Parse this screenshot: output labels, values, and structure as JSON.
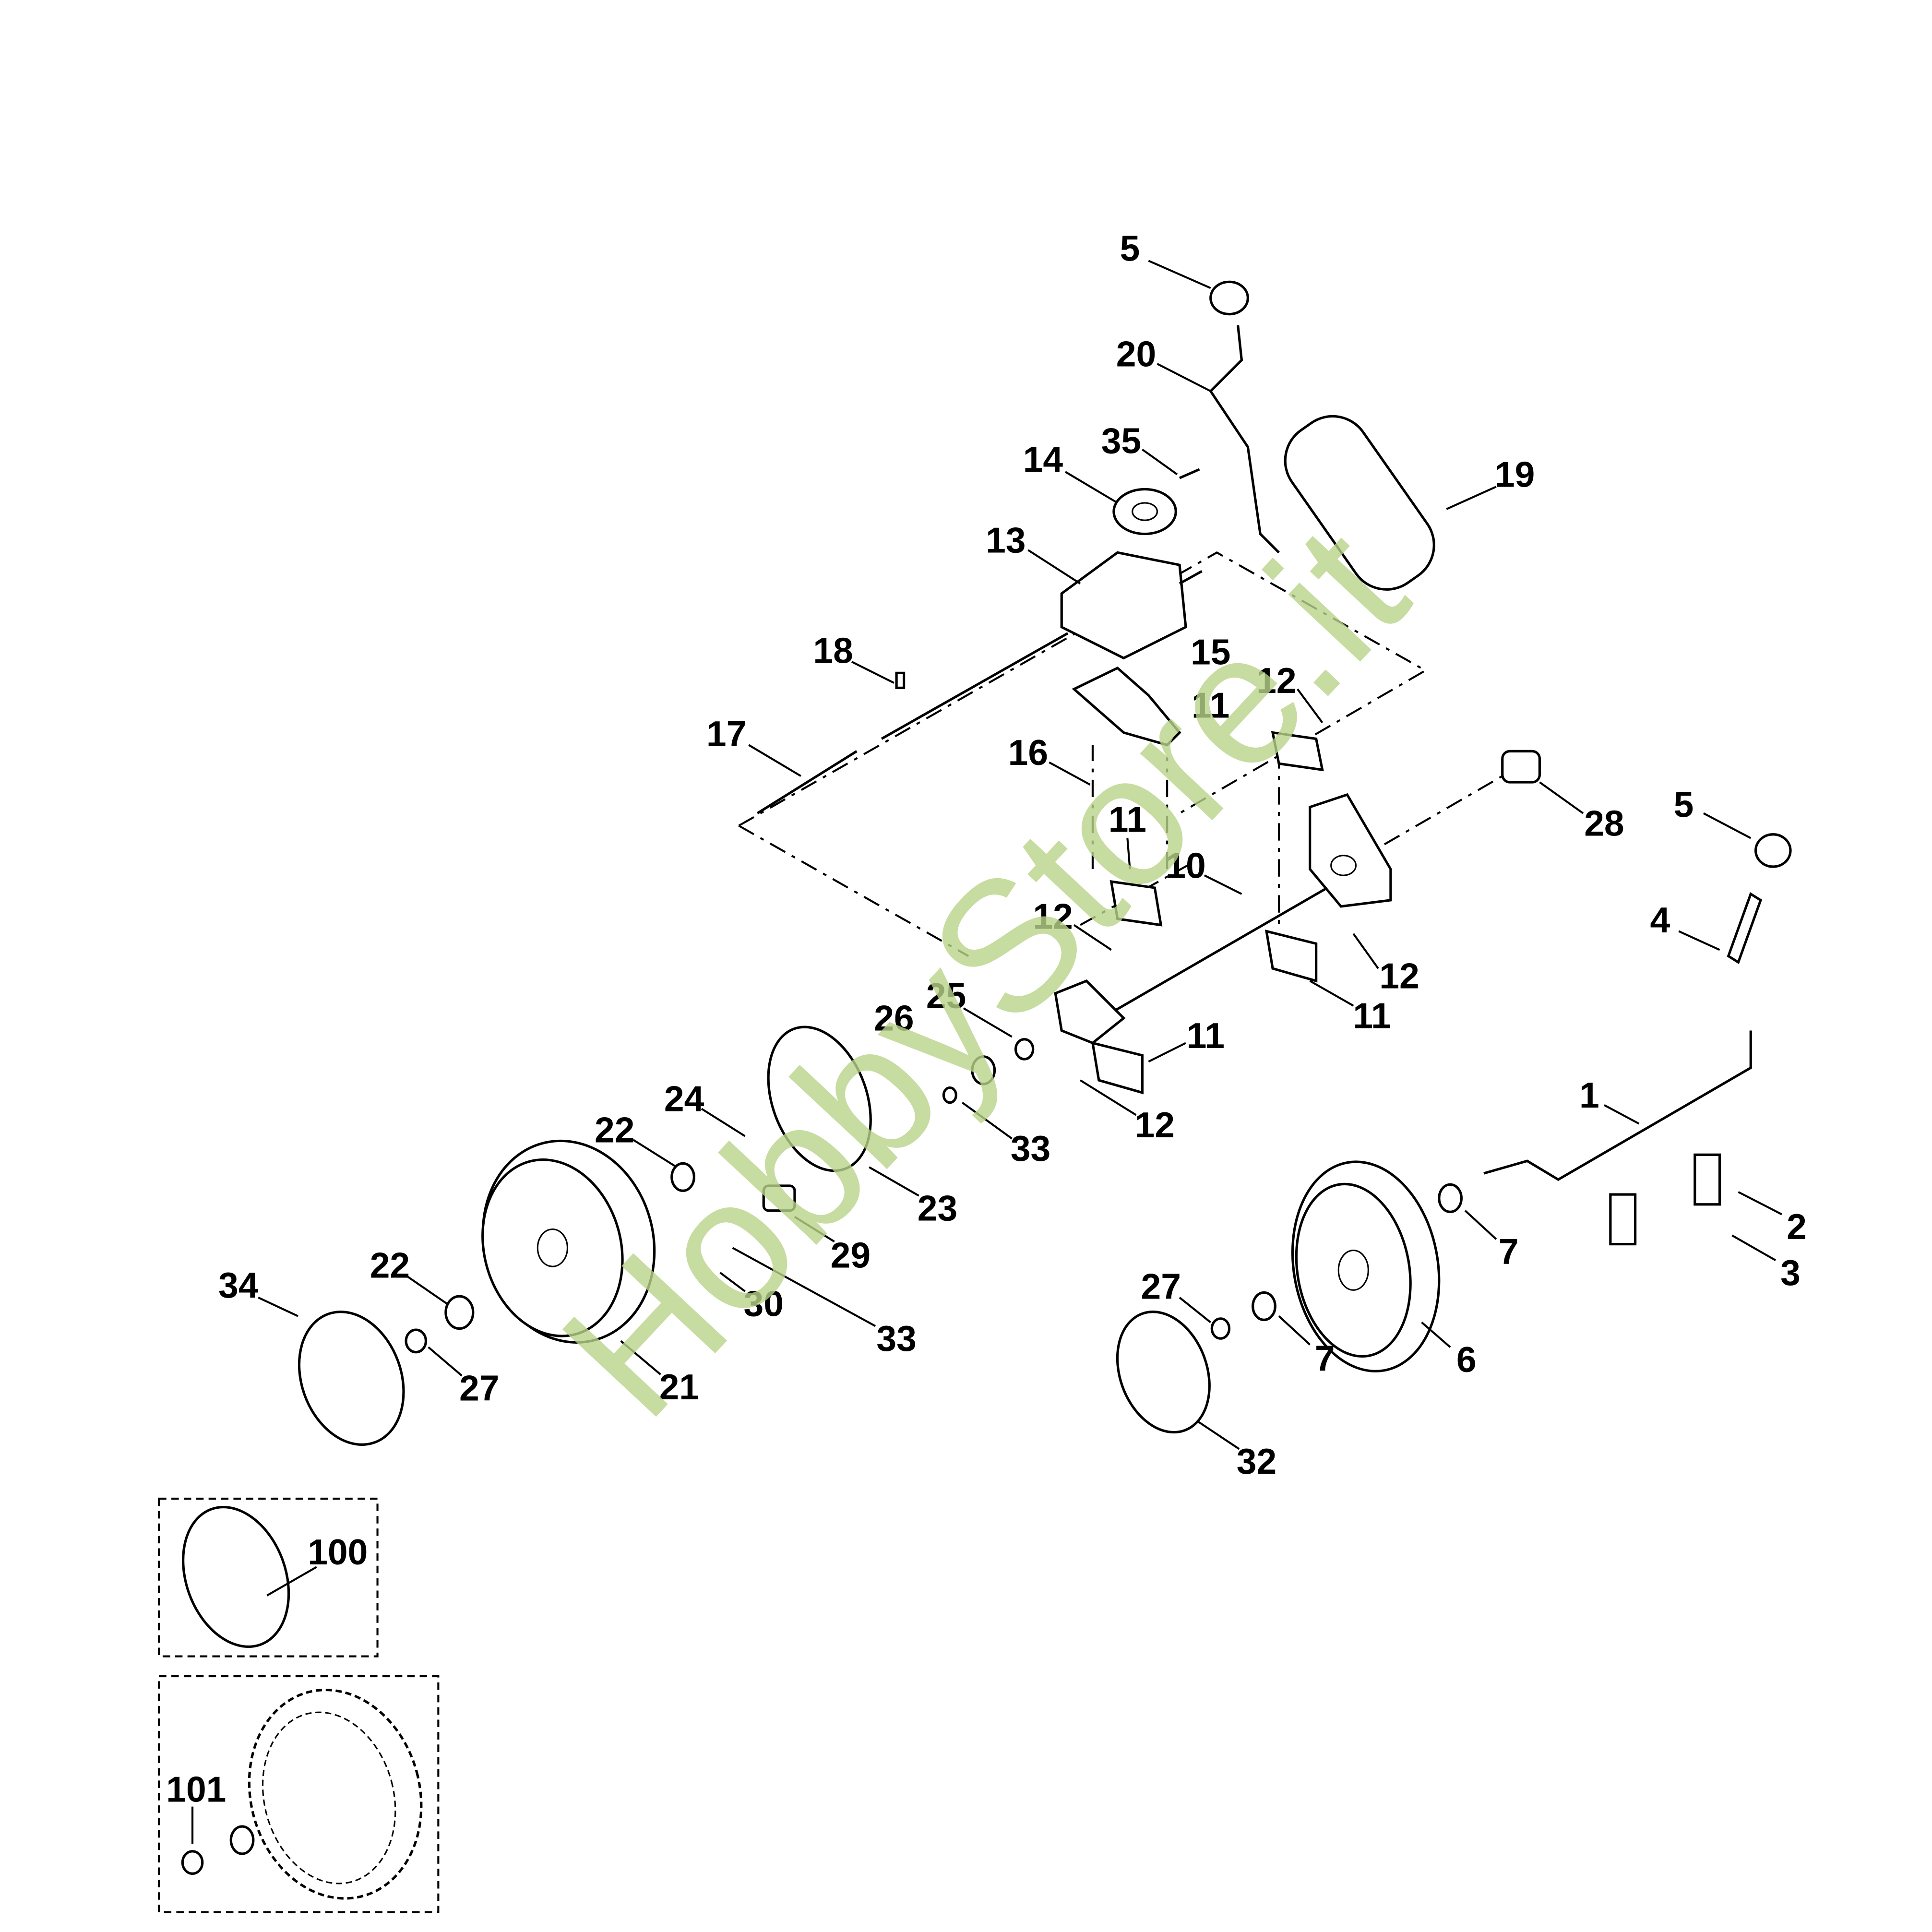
{
  "diagram": {
    "type": "exploded-parts-diagram",
    "watermark": "HobbyStore.it",
    "watermark_color": "#c5d89a",
    "callouts": {
      "c5a": "5",
      "c20": "20",
      "c35": "35",
      "c14": "14",
      "c19": "19",
      "c13": "13",
      "c18": "18",
      "c15": "15",
      "c12a": "12",
      "c11a": "11",
      "c17": "17",
      "c16": "16",
      "c28": "28",
      "c5b": "5",
      "c11b": "11",
      "c10": "10",
      "c4": "4",
      "c12b": "12",
      "c12c": "12",
      "c11c": "11",
      "c26": "26",
      "c25": "25",
      "c11d": "11",
      "c24": "24",
      "c12d": "12",
      "c33a": "33",
      "c1": "1",
      "c22a": "22",
      "c23": "23",
      "c2": "2",
      "c7a": "7",
      "c29": "29",
      "c3": "3",
      "c34": "34",
      "c22b": "22",
      "c27a": "27",
      "c30": "30",
      "c33b": "33",
      "c7b": "7",
      "c6": "6",
      "c27b": "27",
      "c21": "21",
      "c32": "32",
      "c100": "100",
      "c101": "101"
    }
  }
}
